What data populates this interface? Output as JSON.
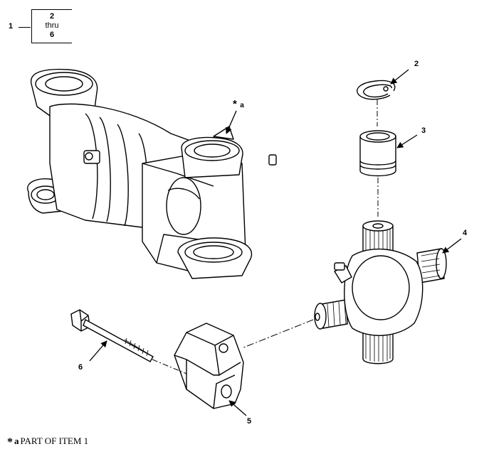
{
  "header": {
    "item_label": "1",
    "range_start": "2",
    "range_word": "thru",
    "range_end": "6"
  },
  "callouts": {
    "star": "*",
    "star_letter": "a",
    "c2": "2",
    "c3": "3",
    "c4": "4",
    "c5": "5",
    "c6": "6"
  },
  "footnote": {
    "star": "*",
    "letter": "a",
    "text": "PART OF ITEM 1"
  }
}
